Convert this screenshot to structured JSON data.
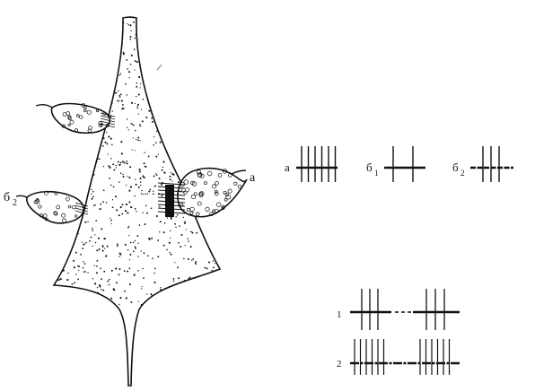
{
  "labels": {
    "terminal_a": "а",
    "terminal_b2": "б",
    "terminal_b2_sub": "2",
    "trace_a": "а",
    "trace_b1": "б",
    "trace_b1_sub": "1",
    "trace_b2": "б",
    "trace_b2_sub": "2",
    "row1": "1",
    "row2": "2"
  },
  "spike_trains": {
    "a": {
      "spikes": 6
    },
    "b1": {
      "spikes": 2
    },
    "b2": {
      "spikes": 3
    },
    "row1": {
      "bursts": [
        3,
        3
      ]
    },
    "row2": {
      "bursts": [
        6,
        6
      ]
    }
  },
  "colors": {
    "ink": "#111111",
    "paper": "#ffffff"
  }
}
